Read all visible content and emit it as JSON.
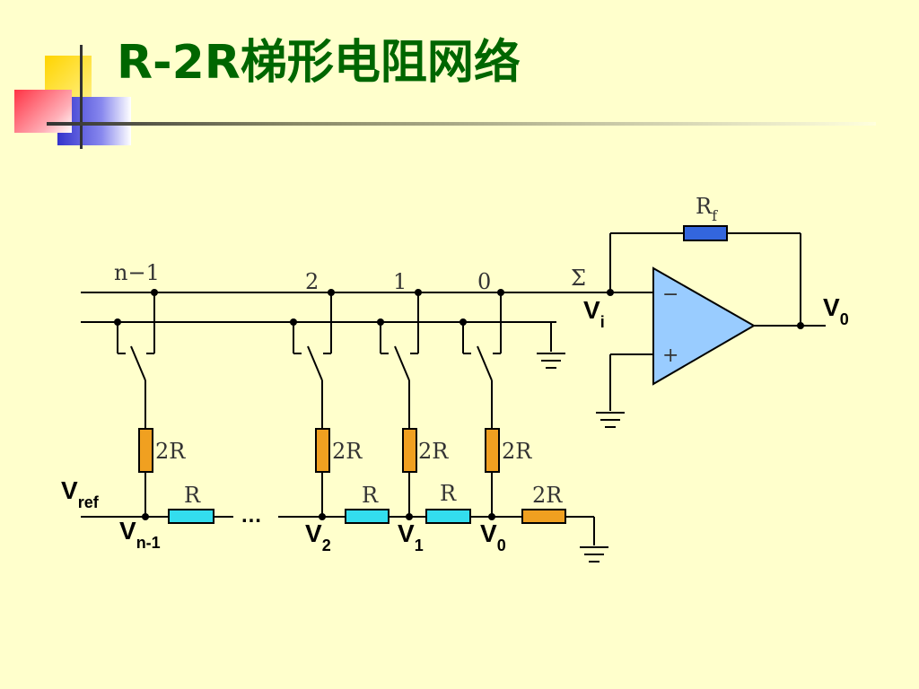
{
  "slide": {
    "title": "R-2R梯形电阻网络"
  },
  "diagram": {
    "feedback_resistor": {
      "label_main": "R",
      "label_sub": "f"
    },
    "sum_node_label": "Σ",
    "opamp": {
      "minus_label": "−",
      "plus_label": "+"
    },
    "vi": {
      "main": "V",
      "sub": "i"
    },
    "vout": {
      "main": "V",
      "sub": "0"
    },
    "switch_labels": [
      "n−1",
      "2",
      "1",
      "0"
    ],
    "vertical_resistor_labels": [
      "2R",
      "2R",
      "2R",
      "2R"
    ],
    "horizontal_resistor_labels": [
      "R",
      "R",
      "R",
      "2R"
    ],
    "vref": {
      "main": "V",
      "sub": "ref"
    },
    "node_voltages": [
      {
        "main": "V",
        "sub": "n-1"
      },
      {
        "main": "V",
        "sub": "2"
      },
      {
        "main": "V",
        "sub": "1"
      },
      {
        "main": "V",
        "sub": "0"
      }
    ],
    "ellipsis": "…",
    "colors": {
      "wire": "#000000",
      "resistor_2r": "#f0a020",
      "resistor_r": "#33ddee",
      "resistor_rf": "#3366dd",
      "opamp_fill": "#99ccff",
      "title": "#006600",
      "background": "#ffffcc"
    }
  }
}
